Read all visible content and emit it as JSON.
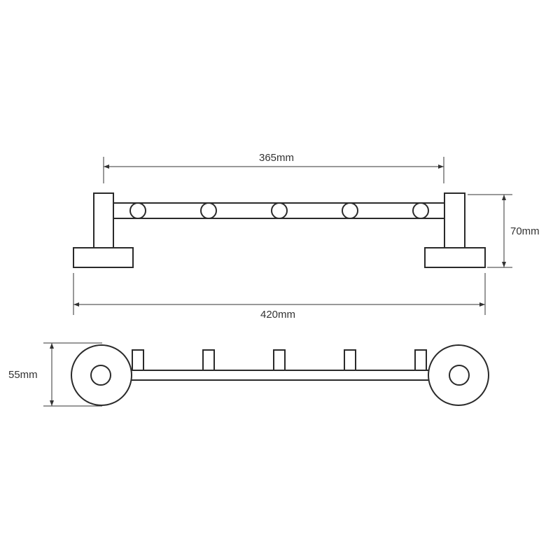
{
  "dimensions": {
    "inner_width": "365mm",
    "total_width": "420mm",
    "height": "70mm",
    "depth": "55mm"
  },
  "hook_count": 5,
  "colors": {
    "stroke": "#2a2a2a",
    "dimension": "#333333",
    "background": "#ffffff"
  }
}
